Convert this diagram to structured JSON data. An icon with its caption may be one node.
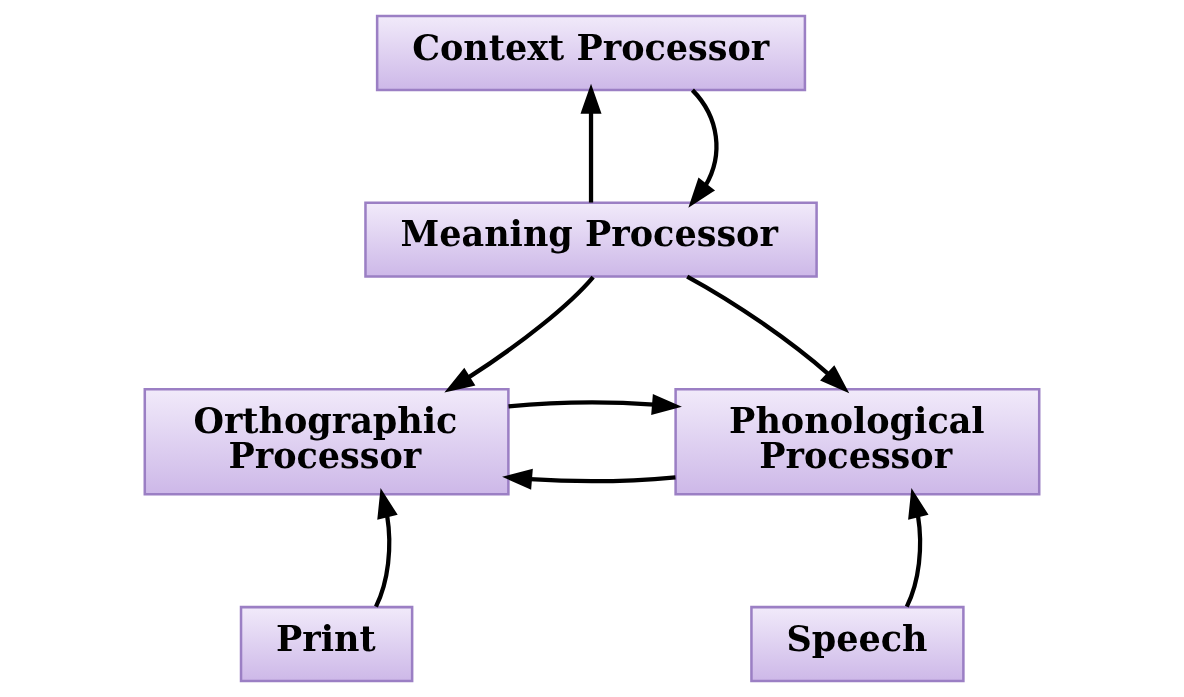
{
  "diagram": {
    "nodes": [
      {
        "text": [
          "Context Processor"
        ]
      },
      {
        "text": [
          "Meaning Processor"
        ]
      },
      {
        "text": [
          "Orthographic Processor"
        ]
      },
      {
        "text": [
          "Phonological Processor"
        ]
      },
      {
        "text": [
          "Print"
        ]
      },
      {
        "text": [
          "Speech"
        ]
      }
    ],
    "edges": [
      {
        "from": 1,
        "to": 0,
        "arrow": "to"
      },
      {
        "from": 0,
        "to": 1,
        "arrow": "to"
      },
      {
        "from": 1,
        "to": 2,
        "arrow": "to"
      },
      {
        "from": 1,
        "to": 3,
        "arrow": "to"
      },
      {
        "from": 3,
        "to": 2,
        "arrow": "to"
      },
      {
        "from": 2,
        "to": 3,
        "arrow": "to"
      },
      {
        "from": 4,
        "to": 2,
        "arrow": "to"
      },
      {
        "from": 5,
        "to": 3,
        "arrow": "to"
      }
    ]
  }
}
